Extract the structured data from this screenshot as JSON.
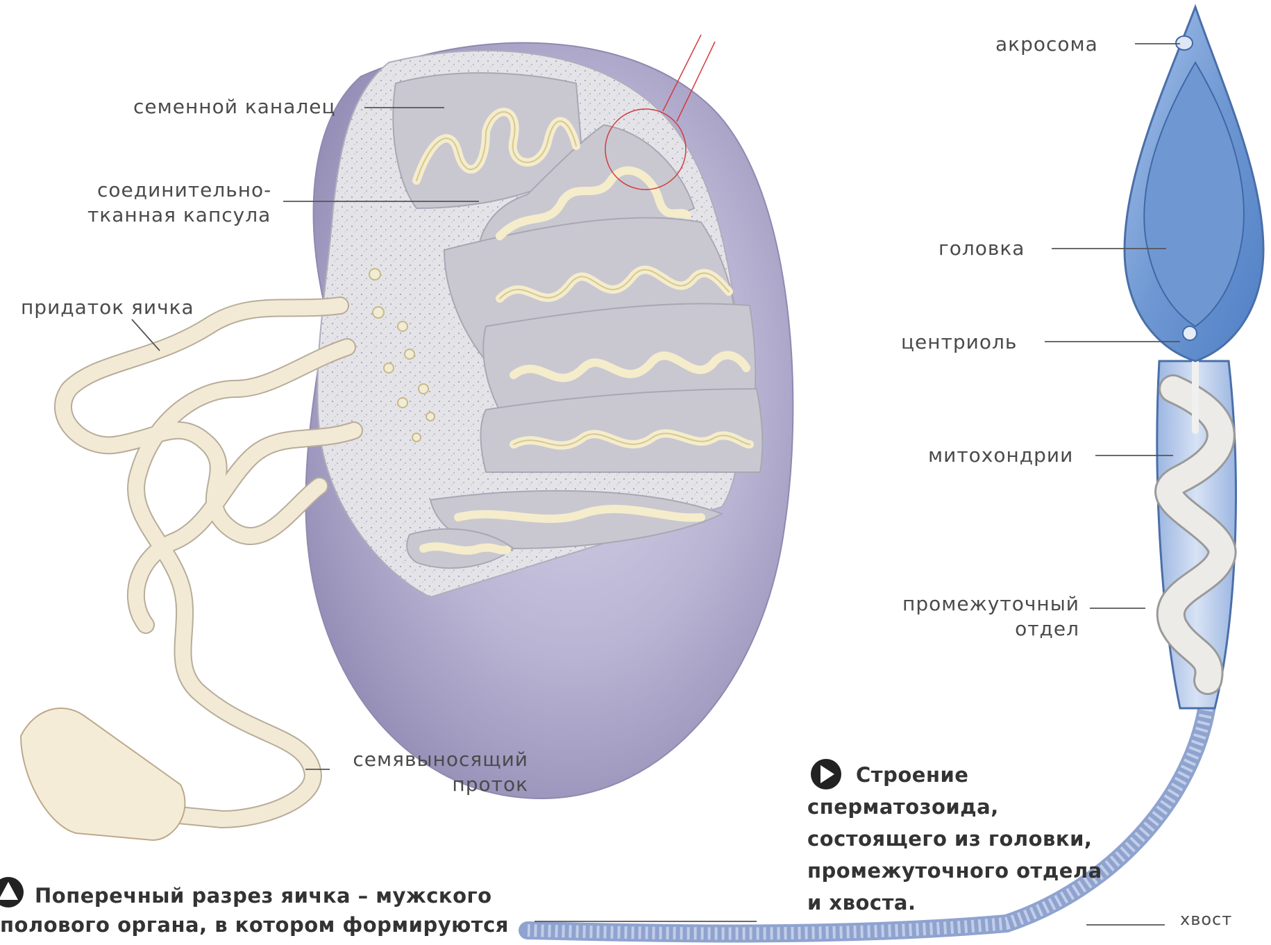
{
  "labels": {
    "seminiferous_tubule": "семенной каналец",
    "capsule_line1": "соединительно-",
    "capsule_line2": "тканная капсула",
    "epididymis": "придаток яичка",
    "vas_deferens_line1": "семявыносящий",
    "vas_deferens_line2": "проток",
    "acrosome": "акросома",
    "head": "головка",
    "centriole": "центриоль",
    "mitochondria": "митохондрии",
    "midpiece_line1": "промежуточный",
    "midpiece_line2": "отдел",
    "tail": "хвост"
  },
  "captions": {
    "testis_line1": "Поперечный разрез яичка – мужского",
    "testis_line2": "полового органа, в котором формируются",
    "sperm_line1": "Строение",
    "sperm_line2": "сперматозоида,",
    "sperm_line3": "состоящего из головки,",
    "sperm_line4": "промежуточного отдела",
    "sperm_line5": "и хвоста."
  },
  "icons": {
    "testis_caption_marker": "triangle-up-icon",
    "sperm_caption_marker": "play-arrow-icon"
  },
  "colors": {
    "testis_body": "#b9b4d3",
    "testis_section": "#e6e5e8",
    "tubule": "#f4eccb",
    "sperm_head": "#7ea3d8",
    "sperm_outline": "#4a6fa8",
    "mitochondria": "#e8e6e2",
    "tail": "#8fa3cf",
    "highlight_circle": "#d23a3a"
  }
}
